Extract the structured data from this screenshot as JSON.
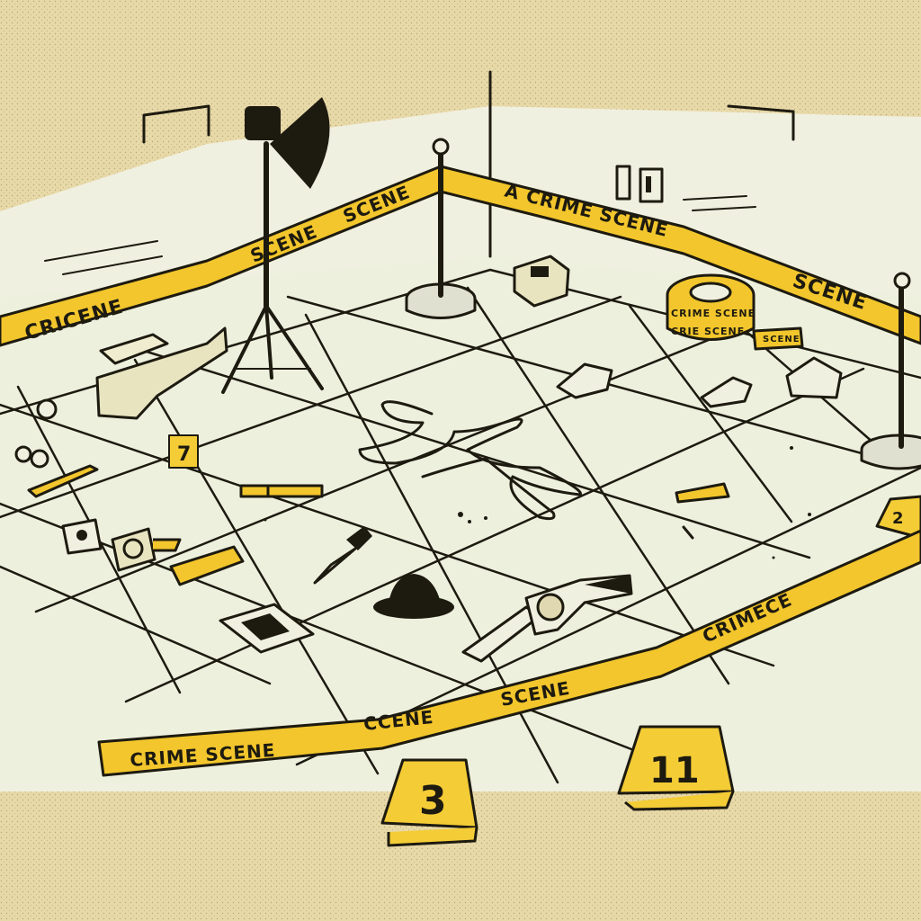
{
  "tape_labels": {
    "left_back": "CRICENE",
    "back_scene_1": "SCENE",
    "back_scene_2": "SCENE",
    "back_right_1": "A CRIME SCENE",
    "back_right_2": "SCENE",
    "front_1": "CRIME SCENE",
    "front_2": "CCENE",
    "front_3": "SCENE",
    "front_right": "CRIMECE",
    "roll_1": "CRIME SCENE",
    "roll_2": "CRIE SCENE",
    "roll_3": "SCENE"
  },
  "markers": {
    "front_left": "3",
    "front_right": "11",
    "mid_left": "7",
    "right_edge": "2"
  },
  "colors": {
    "tape": "#f2c62c",
    "marker": "#f4cc36",
    "floor": "#f0f0e0",
    "stipple_bg": "#e8d9a8",
    "ink": "#1d1a10"
  },
  "icons": [
    "lamp-icon",
    "stanchion-icon",
    "tape-roll-icon",
    "body-outline-icon",
    "fedora-icon",
    "revolver-icon",
    "knife-icon",
    "evidence-marker-icon"
  ]
}
